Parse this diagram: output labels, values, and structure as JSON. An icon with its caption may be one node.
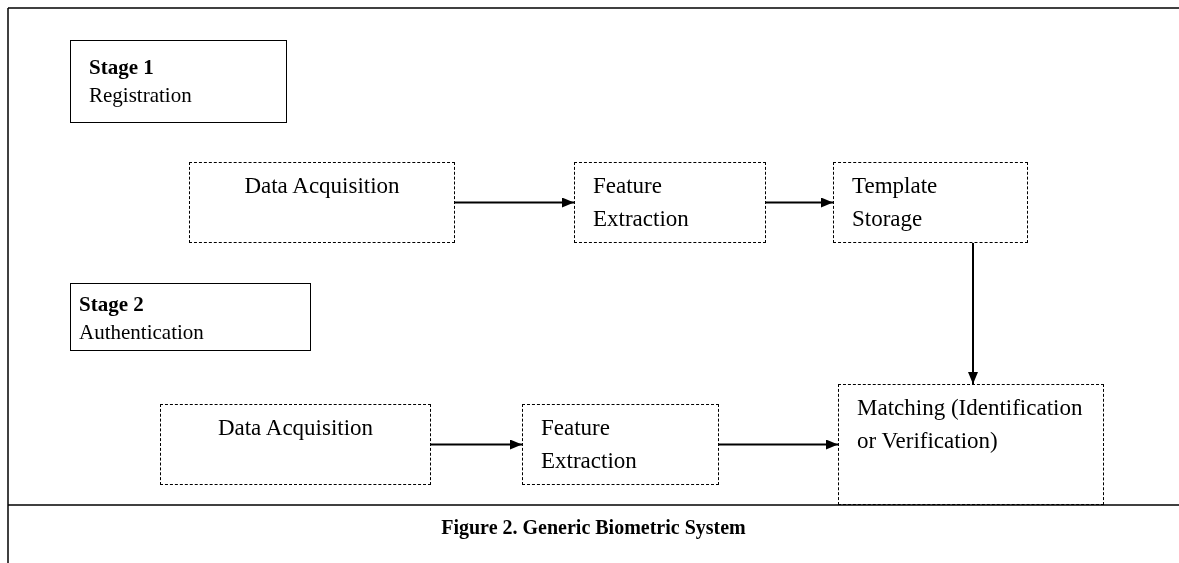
{
  "diagram": {
    "caption": "Figure 2. Generic Biometric System",
    "nodes": [
      {
        "text": [
          "Stage 1",
          "Registration"
        ]
      },
      {
        "text": [
          "Data Acquisition"
        ]
      },
      {
        "text": [
          "Feature Extraction"
        ]
      },
      {
        "text": [
          "Template Storage"
        ]
      },
      {
        "text": [
          "Stage 2",
          "Authentication"
        ]
      },
      {
        "text": [
          "Data Acquisition"
        ]
      },
      {
        "text": [
          "Feature Extraction"
        ]
      },
      {
        "text": [
          "Matching (Identification or Verification)"
        ]
      }
    ],
    "edges": [
      {
        "from": 1,
        "to": 2,
        "arrow": "to"
      },
      {
        "from": 2,
        "to": 3,
        "arrow": "to"
      },
      {
        "from": 3,
        "to": 7,
        "arrow": "to"
      },
      {
        "from": 5,
        "to": 6,
        "arrow": "to"
      },
      {
        "from": 6,
        "to": 7,
        "arrow": "to"
      }
    ]
  }
}
